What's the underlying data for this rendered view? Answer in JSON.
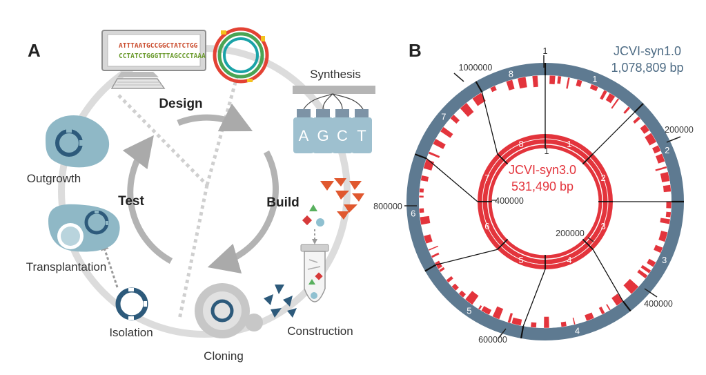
{
  "panel_a": {
    "letter": "A",
    "stages": {
      "design": "Design",
      "build": "Build",
      "test": "Test"
    },
    "labels": {
      "synthesis": "Synthesis",
      "outgrowth": "Outgrowth",
      "transplantation": "Transplantation",
      "isolation": "Isolation",
      "cloning": "Cloning",
      "construction": "Construction"
    },
    "sequence_line1": "ATTTAATGCCGGCTATCTGG",
    "sequence_line2": "CCTATCTGGGTTTAGCCCTAAA",
    "nucleotides": [
      "A",
      "G",
      "C",
      "T"
    ],
    "colors": {
      "cell": "#8fb8c6",
      "dark_blue": "#2d5a7b",
      "red": "#e34234",
      "ring": "#dddddd",
      "cycle": "#aaaaaa"
    }
  },
  "panel_b": {
    "letter": "B",
    "outer_genome": {
      "name": "JCVI-syn1.0",
      "size": "1,078,809 bp",
      "color": "#5e7a91"
    },
    "inner_genome": {
      "name": "JCVI-syn3.0",
      "size": "531,490 bp",
      "color": "#e3343c"
    },
    "outer_ticks": [
      "1",
      "200000",
      "400000",
      "600000",
      "800000",
      "1000000"
    ],
    "inner_ticks": [
      "1",
      "200000",
      "400000"
    ],
    "outer_segments": [
      "1",
      "2",
      "3",
      "4",
      "5",
      "6",
      "7",
      "8"
    ],
    "inner_segments": [
      "1",
      "2",
      "3",
      "4",
      "5",
      "6",
      "7",
      "8"
    ]
  }
}
